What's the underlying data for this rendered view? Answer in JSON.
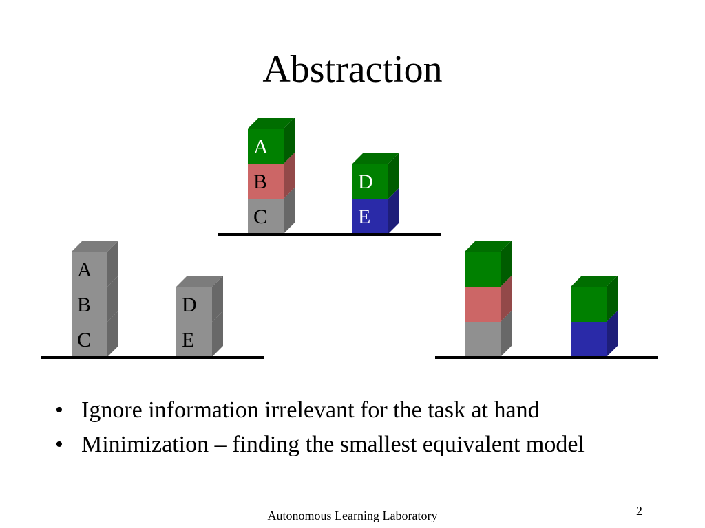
{
  "slide": {
    "title": "Abstraction",
    "bullets": [
      "Ignore information irrelevant for the task at hand",
      "Minimization – finding the smallest equivalent model"
    ],
    "footer": "Autonomous Learning Laboratory",
    "page_number": "2"
  },
  "colors": {
    "green": "#008000",
    "red": "#cc6666",
    "gray": "#909090",
    "blue": "#2a2aa8",
    "text_light": "#ffffff",
    "text_dark": "#000000"
  },
  "diagram": {
    "scenes": [
      {
        "name": "top-scene",
        "stacks": [
          {
            "blocks": [
              {
                "label": "C",
                "color": "gray"
              },
              {
                "label": "B",
                "color": "red"
              },
              {
                "label": "A",
                "color": "green",
                "text_color": "text_light"
              }
            ]
          },
          {
            "blocks": [
              {
                "label": "E",
                "color": "blue",
                "text_color": "text_light"
              },
              {
                "label": "D",
                "color": "green",
                "text_color": "text_light"
              }
            ]
          }
        ]
      },
      {
        "name": "left-scene",
        "stacks": [
          {
            "blocks": [
              {
                "label": "C",
                "color": "gray"
              },
              {
                "label": "B",
                "color": "gray"
              },
              {
                "label": "A",
                "color": "gray"
              }
            ]
          },
          {
            "blocks": [
              {
                "label": "E",
                "color": "gray"
              },
              {
                "label": "D",
                "color": "gray"
              }
            ]
          }
        ]
      },
      {
        "name": "right-scene",
        "stacks": [
          {
            "blocks": [
              {
                "label": "",
                "color": "gray"
              },
              {
                "label": "",
                "color": "red"
              },
              {
                "label": "",
                "color": "green"
              }
            ]
          },
          {
            "blocks": [
              {
                "label": "",
                "color": "blue"
              },
              {
                "label": "",
                "color": "green"
              }
            ]
          }
        ]
      }
    ]
  }
}
